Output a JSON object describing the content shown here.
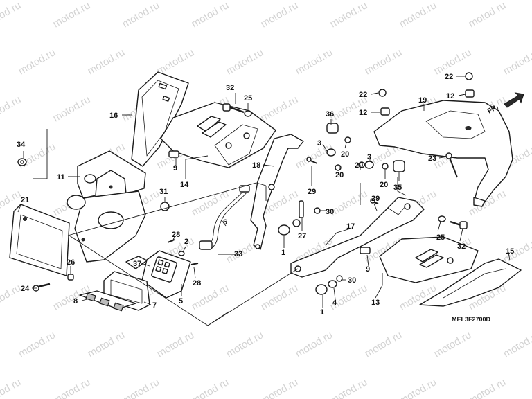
{
  "watermark": "motod.ru",
  "diagram_code": "MEL3F2700D",
  "front_arrow_label": "FR.",
  "callouts": [
    {
      "id": "c32a",
      "label": "32"
    },
    {
      "id": "c25a",
      "label": "25"
    },
    {
      "id": "c16",
      "label": "16"
    },
    {
      "id": "c34",
      "label": "34"
    },
    {
      "id": "c9a",
      "label": "9"
    },
    {
      "id": "c14",
      "label": "14"
    },
    {
      "id": "c11",
      "label": "11"
    },
    {
      "id": "c36",
      "label": "36"
    },
    {
      "id": "c3a",
      "label": "3"
    },
    {
      "id": "c20a",
      "label": "20"
    },
    {
      "id": "c18",
      "label": "18"
    },
    {
      "id": "c20b",
      "label": "20"
    },
    {
      "id": "c29a",
      "label": "29"
    },
    {
      "id": "c22a",
      "label": "22"
    },
    {
      "id": "c12a",
      "label": "12"
    },
    {
      "id": "c22b",
      "label": "22"
    },
    {
      "id": "c12b",
      "label": "12"
    },
    {
      "id": "c19",
      "label": "19"
    },
    {
      "id": "c20c",
      "label": "20"
    },
    {
      "id": "c3b",
      "label": "3"
    },
    {
      "id": "c20d",
      "label": "20"
    },
    {
      "id": "c35",
      "label": "35"
    },
    {
      "id": "c23",
      "label": "23"
    },
    {
      "id": "c31",
      "label": "31"
    },
    {
      "id": "c21",
      "label": "21"
    },
    {
      "id": "c6",
      "label": "6"
    },
    {
      "id": "c29b",
      "label": "29"
    },
    {
      "id": "c30a",
      "label": "30"
    },
    {
      "id": "c27",
      "label": "27"
    },
    {
      "id": "c17",
      "label": "17"
    },
    {
      "id": "c25b",
      "label": "25"
    },
    {
      "id": "c32b",
      "label": "32"
    },
    {
      "id": "c28a",
      "label": "28"
    },
    {
      "id": "c2",
      "label": "2"
    },
    {
      "id": "c1a",
      "label": "1"
    },
    {
      "id": "c33",
      "label": "33"
    },
    {
      "id": "c26",
      "label": "26"
    },
    {
      "id": "c37",
      "label": "37"
    },
    {
      "id": "c28b",
      "label": "28"
    },
    {
      "id": "c24",
      "label": "24"
    },
    {
      "id": "c8",
      "label": "8"
    },
    {
      "id": "c7",
      "label": "7"
    },
    {
      "id": "c5",
      "label": "5"
    },
    {
      "id": "c15",
      "label": "15"
    },
    {
      "id": "c9b",
      "label": "9"
    },
    {
      "id": "c30b",
      "label": "30"
    },
    {
      "id": "c13",
      "label": "13"
    },
    {
      "id": "c1b",
      "label": "1"
    },
    {
      "id": "c4",
      "label": "4"
    }
  ]
}
